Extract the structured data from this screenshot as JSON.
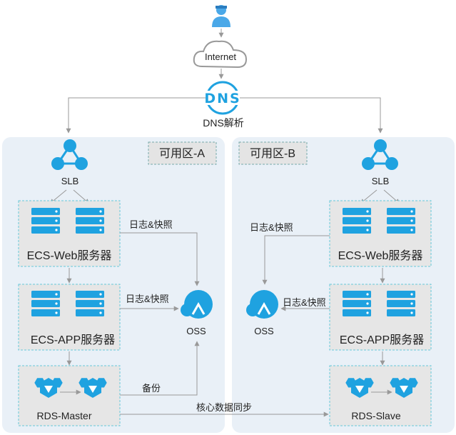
{
  "nodes": {
    "internet": "Internet",
    "dns": "DNS解析",
    "dns_logo": "DNS",
    "slb_a": "SLB",
    "slb_b": "SLB",
    "web_a": "ECS-Web服务器",
    "web_b": "ECS-Web服务器",
    "app_a": "ECS-APP服务器",
    "app_b": "ECS-APP服务器",
    "oss_a": "OSS",
    "oss_b": "OSS",
    "rds_master": "RDS-Master",
    "rds_slave": "RDS-Slave"
  },
  "zones": {
    "a": "可用区-A",
    "b": "可用区-B"
  },
  "edges": {
    "log_web_a": "日志&快照",
    "log_app_a": "日志&快照",
    "log_web_b": "日志&快照",
    "log_app_b": "日志&快照",
    "backup": "备份",
    "sync": "核心数据同步"
  },
  "colors": {
    "zone_bg": "#e9f0f7",
    "accent": "#1fa2e0",
    "line": "#999999",
    "dash_box": "#66c8d8"
  }
}
